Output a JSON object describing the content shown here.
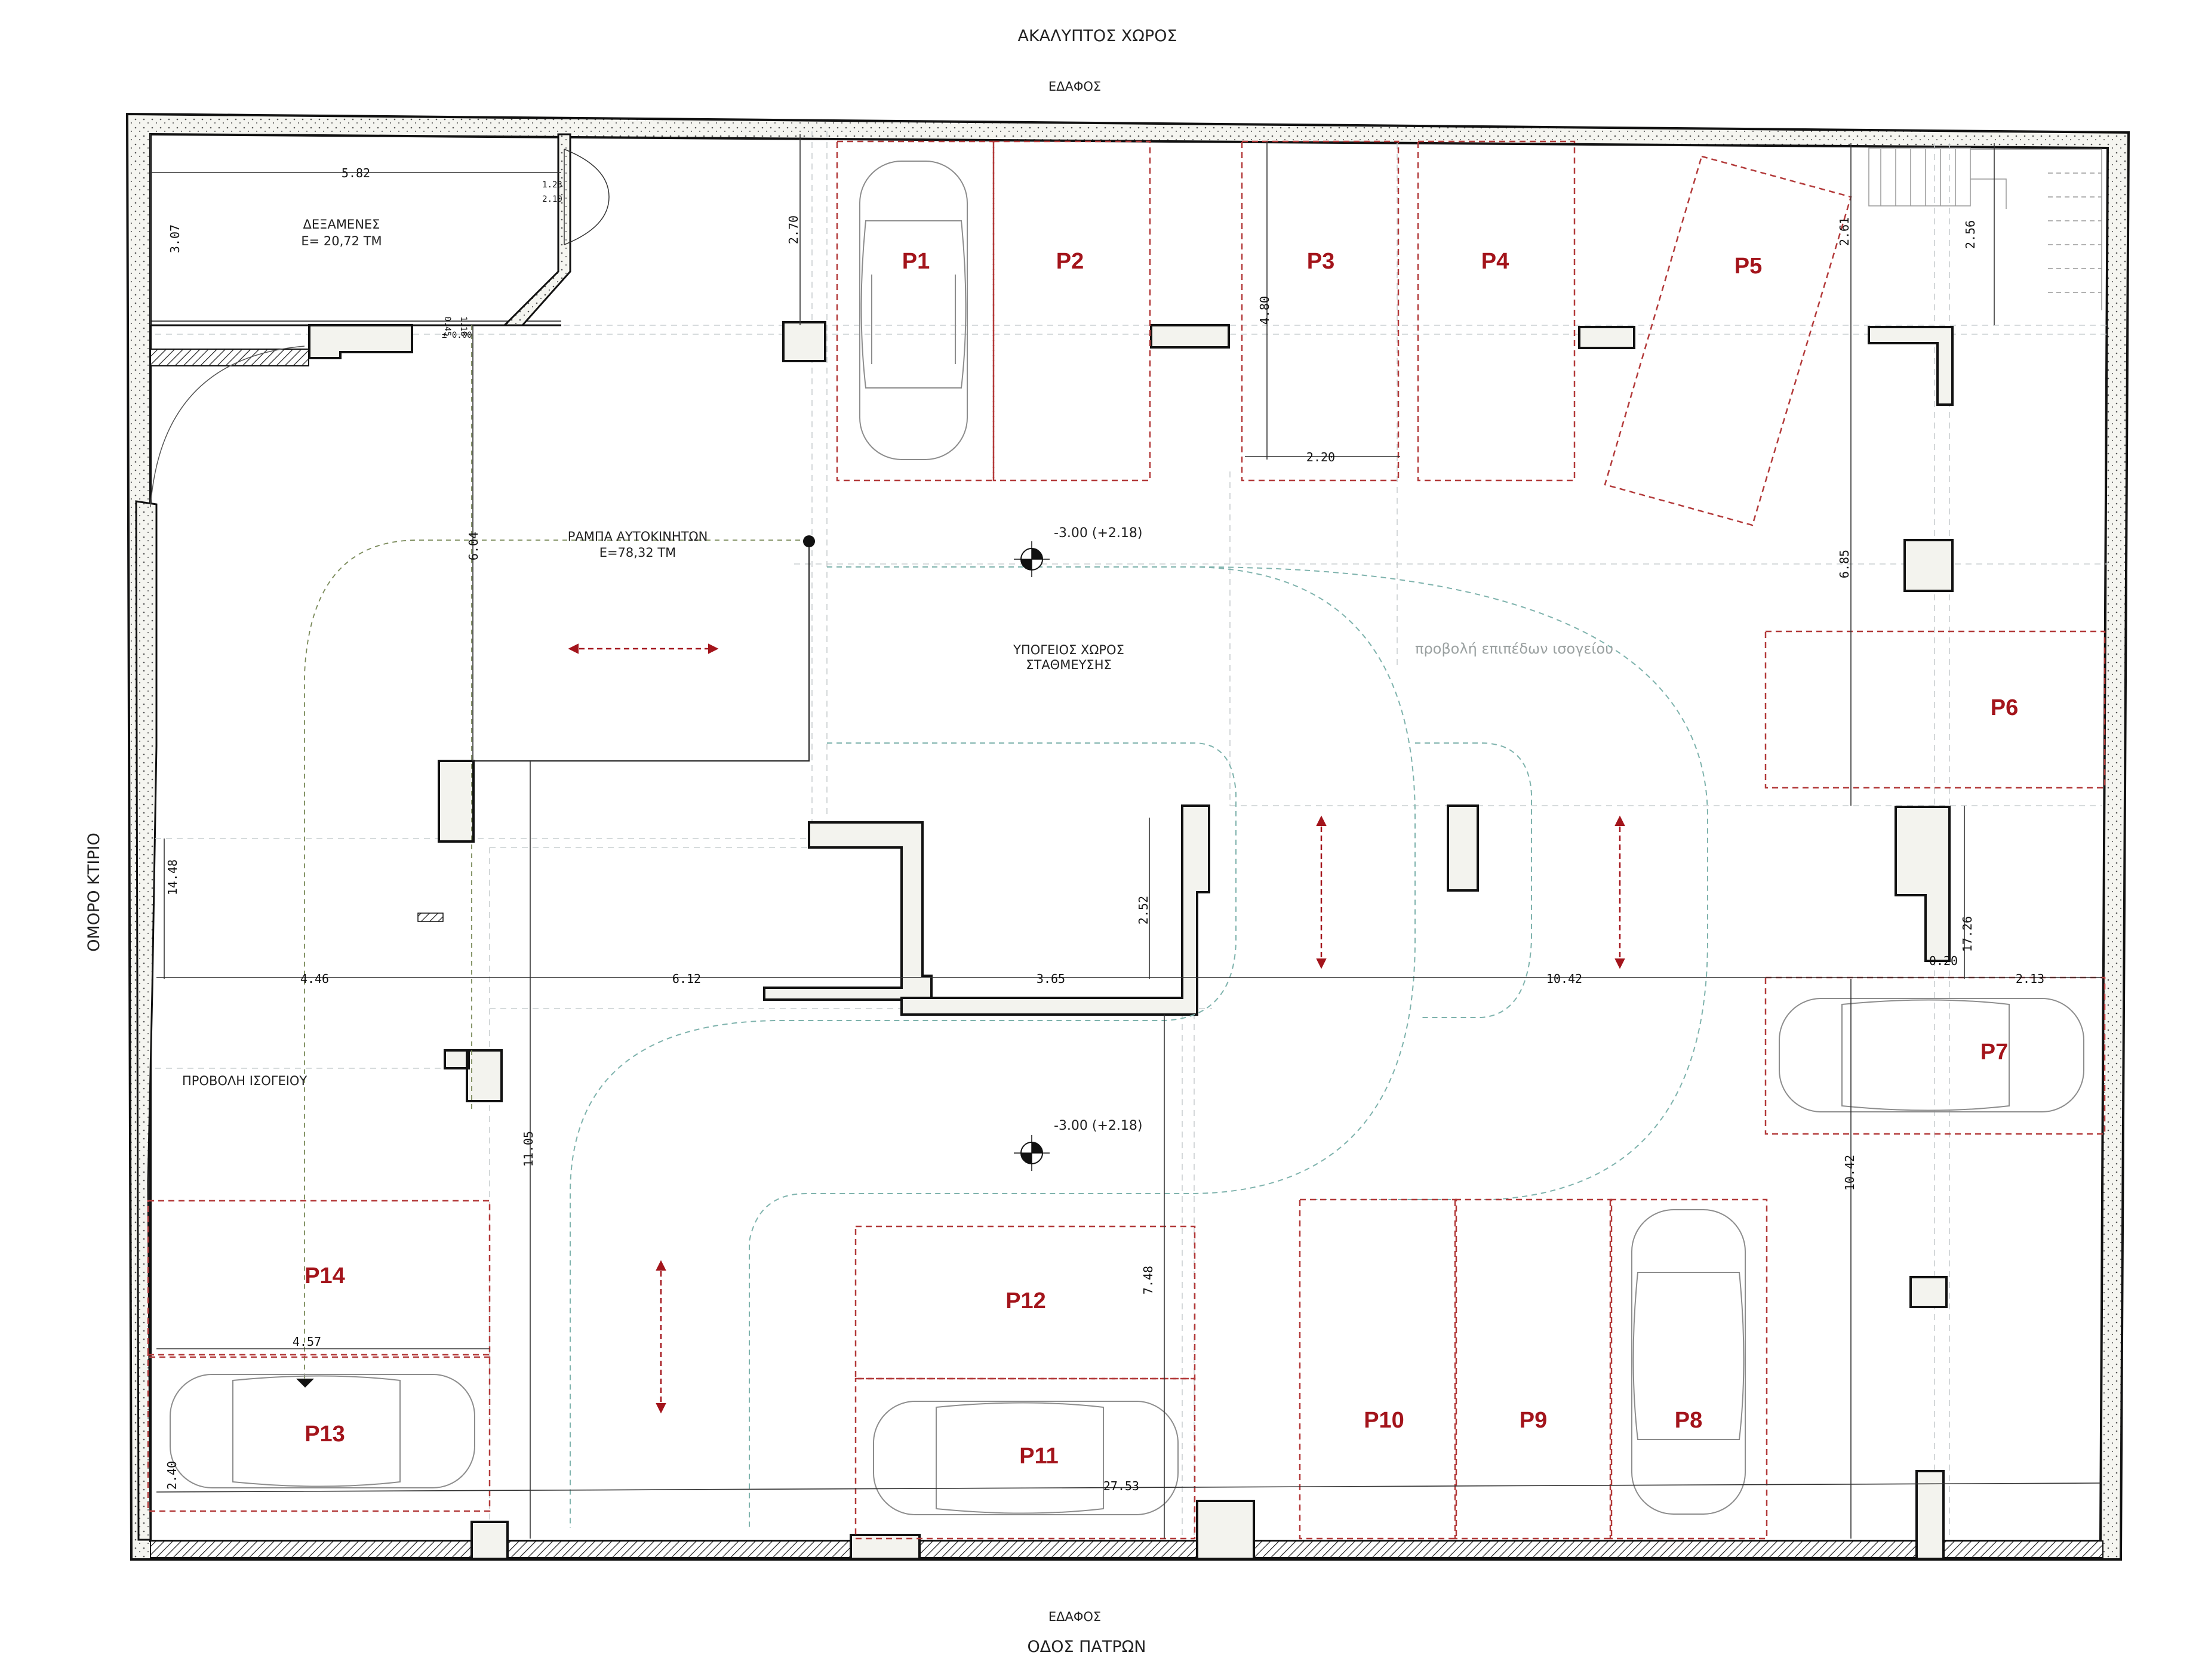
{
  "labels": {
    "top_title": "ΑΚΑΛΥΠΤΟΣ ΧΩΡΟΣ",
    "top_ground": "ΕΔΑΦΟΣ",
    "bottom_ground": "ΕΔΑΦΟΣ",
    "bottom_street": "ΟΔΟΣ ΠΑΤΡΩΝ",
    "left_neighbor": "ΟΜΟΡΟ ΚΤΙΡΙΟ",
    "tanks_title": "ΔΕΞΑΜΕΝΕΣ",
    "tanks_area": "E= 20,72 TM",
    "ramp_title": "ΡΑΜΠΑ ΑΥΤΟΚΙΝΗΤΩΝ",
    "ramp_area": "E=78,32 TM",
    "parking_title_1": "ΥΠΟΓΕΙΟΣ ΧΩΡΟΣ",
    "parking_title_2": "ΣΤΑΘΜΕΥΣΗΣ",
    "ground_projection_upper": "προβολή επιπέδων ισογείου",
    "ground_projection_left": "ΠΡΟΒΟΛΗ ΙΣΟΓΕΙΟΥ",
    "level_1": "-3.00 (+2.18)",
    "level_2": "-3.00 (+2.18)",
    "door_w": "1.23",
    "door_h": "2.10",
    "win_a": "1.18",
    "win_b": "0.45",
    "zero_level": "± 0.00"
  },
  "spots": [
    "P1",
    "P2",
    "P3",
    "P4",
    "P5",
    "P6",
    "P7",
    "P8",
    "P9",
    "P10",
    "P11",
    "P12",
    "P13",
    "P14"
  ],
  "dimensions": {
    "d_582": "5.82",
    "d_307": "3.07",
    "d_270": "2.70",
    "d_480": "4.80",
    "d_220": "2.20",
    "d_261": "2.61",
    "d_256": "2.56",
    "d_604": "6.04",
    "d_685": "6.85",
    "d_1448": "14.48",
    "d_252": "2.52",
    "d_1726": "17.26",
    "d_446": "4.46",
    "d_612": "6.12",
    "d_365": "3.65",
    "d_1042h": "10.42",
    "d_020": "0.20",
    "d_213": "2.13",
    "d_1105": "11.05",
    "d_748": "7.48",
    "d_1042v": "10.42",
    "d_457": "4.57",
    "d_240": "2.40",
    "d_2753": "27.53"
  },
  "colors": {
    "spot_outline": "#b33a3a",
    "spot_label": "#a3141b",
    "arrow": "#a3141b",
    "ramp_path": "#7a8a5a",
    "drive_path": "#7fb3ad"
  }
}
